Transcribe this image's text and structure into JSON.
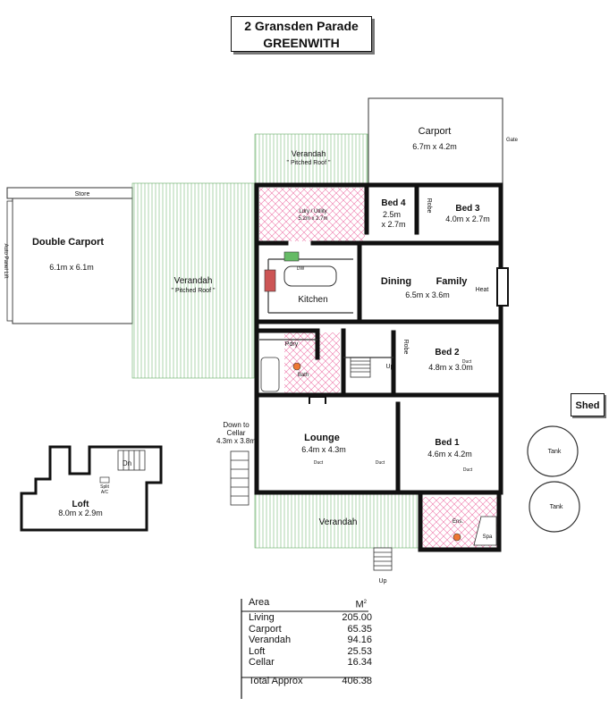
{
  "title": {
    "line1": "2 Gransden Parade",
    "line2": "GREENWITH"
  },
  "rooms": {
    "carport": {
      "name": "Carport",
      "dims": "6.7m x 4.2m",
      "gate": "Gate"
    },
    "verandah_top": {
      "name": "Verandah",
      "note": "\" Pitched Roof \""
    },
    "store": "Store",
    "auto_panel_lift": "Auto Panel Lift",
    "double_carport": {
      "name": "Double Carport",
      "dims": "6.1m x 6.1m"
    },
    "verandah_side": {
      "name": "Verandah",
      "note": "\" Pitched Roof \""
    },
    "laundry": {
      "name": "Ldry / Utility",
      "dims": "5.2m x 2.7m"
    },
    "bed4": {
      "name": "Bed 4",
      "dims1": "2.5m",
      "dims2": "x 2.7m"
    },
    "robe_top": "Robe",
    "bed3": {
      "name": "Bed 3",
      "dims": "4.0m x 2.7m"
    },
    "dw": "DW",
    "kitchen": "Kitchen",
    "dining": "Dining",
    "family": "Family",
    "dining_dims": "6.5m x 3.6m",
    "heat": "Heat",
    "pdry": "Pdry",
    "bath": "Bath",
    "robe_mid": "Robe",
    "up_mid": "Up",
    "bed2": {
      "name": "Bed 2",
      "dims": "4.8m x 3.0m",
      "duct": "Duct"
    },
    "cellar": {
      "label1": "Down to",
      "label2": "Cellar",
      "dims": "4.3m x 3.8m"
    },
    "lounge": {
      "name": "Lounge",
      "dims": "6.4m x 4.3m",
      "duct1": "Duct",
      "duct2": "Duct"
    },
    "bed1": {
      "name": "Bed 1",
      "dims": "4.6m x 4.2m",
      "duct": "Duct"
    },
    "verandah_front": "Verandah",
    "ens": "Ens.",
    "spa": "Spa",
    "up_front": "Up",
    "loft": {
      "name": "Loft",
      "dims": "8.0m x 2.9m",
      "dn": "Dn",
      "ac1": "Split",
      "ac2": "A/C"
    },
    "shed": "Shed",
    "tank1": "Tank",
    "tank2": "Tank"
  },
  "area_table": {
    "col_area": "Area",
    "col_unit": "M",
    "col_unit_sup": "2",
    "rows": [
      {
        "label": "Living",
        "value": "205.00"
      },
      {
        "label": "Carport",
        "value": "65.35"
      },
      {
        "label": "Verandah",
        "value": "94.16"
      },
      {
        "label": "Loft",
        "value": "25.53"
      },
      {
        "label": "Cellar",
        "value": "16.34"
      }
    ],
    "total_label": "Total Approx",
    "total_value": "406.38"
  }
}
